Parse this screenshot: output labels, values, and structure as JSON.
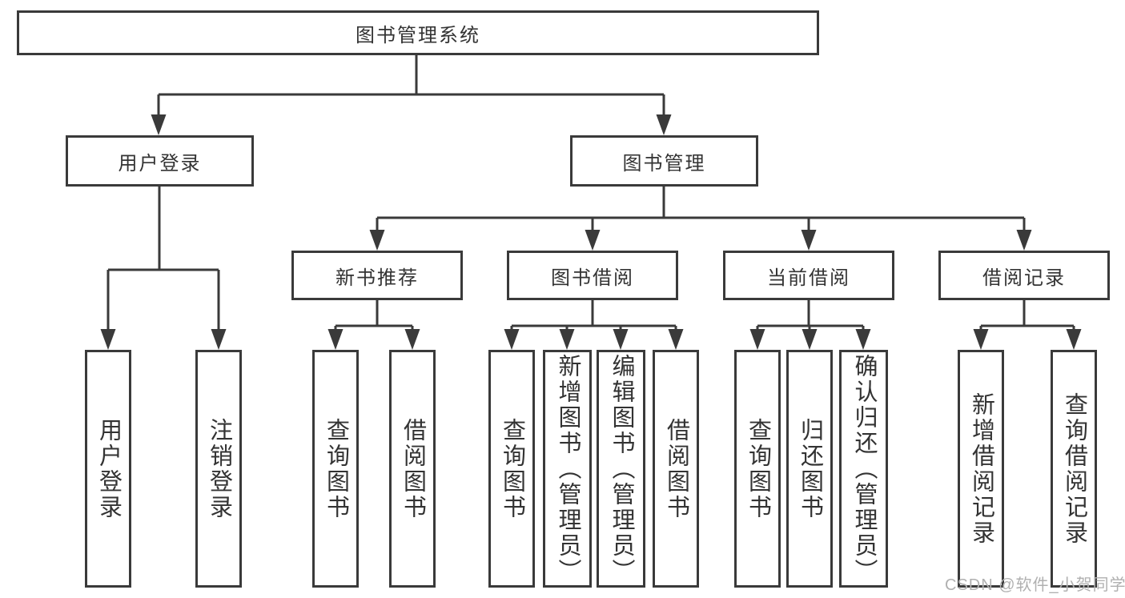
{
  "title": "图书管理系统",
  "branches": {
    "user": {
      "label": "用户登录",
      "children": [
        "用户登录",
        "注销登录"
      ]
    },
    "book": {
      "label": "图书管理",
      "groups": [
        {
          "label": "新书推荐",
          "children": [
            "查询图书",
            "借阅图书"
          ]
        },
        {
          "label": "图书借阅",
          "children": [
            "查询图书",
            "新增图书（管理员）",
            "编辑图书（管理员）",
            "借阅图书"
          ]
        },
        {
          "label": "当前借阅",
          "children": [
            "查询图书",
            "归还图书",
            "确认归还（管理员）"
          ]
        },
        {
          "label": "借阅记录",
          "children": [
            "新增借阅记录",
            "查询借阅记录"
          ]
        }
      ]
    }
  },
  "watermark": "CSDN @软件_小贺同学",
  "colors": {
    "line": "#3a3a3a",
    "text": "#333333",
    "watermark": "#b0b0b0",
    "background": "#ffffff"
  }
}
